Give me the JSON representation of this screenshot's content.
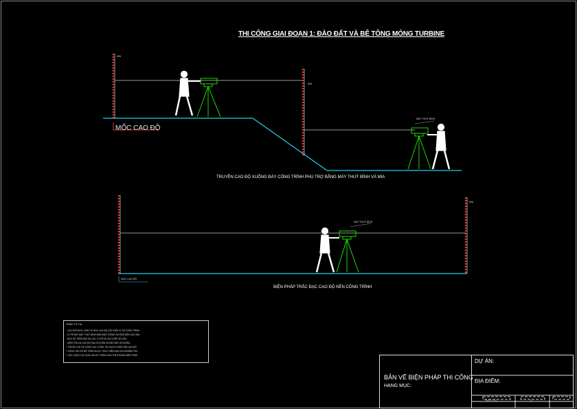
{
  "title": "THI CÔNG GIAI ĐOẠN 1: ĐÀO ĐẤT VÀ BÊ TÔNG MÓNG TURBINE",
  "caption_top": "TRUYỀN CAO ĐỘ XUỐNG ĐÁY CÔNG TRÌNH PHỤ TRỢ BẰNG MÁY THUỶ BÌNH VÀ MIA",
  "caption_bottom": "BIỆN PHÁP TRẮC ĐẠC CAO ĐỘ NỀN CÔNG TRÌNH",
  "benchmark_label": "MỐC CAO ĐỘ",
  "benchmark_small": "MỐC CAO ĐỘ",
  "instrument_label": "MÁY THUỶ BÌNH",
  "staff_label": "MIA",
  "notes": {
    "heading": "TRÌNH TỰ THI:",
    "lines": [
      "- CAO ĐỘ ĐƯỢC DẪN TỪ MỐC CAO ĐỘ GỐC ĐẾN VỊ TRÍ CÔNG TRÌNH",
      "- VỊ TRÍ ĐẶT MÁY THUỶ BÌNH ĐẢM BẢO THÔNG HƯỚNG ĐẾN CÁC MIA",
      "- ĐỌC SỐ TRÊN MIA TẠI CÁC VỊ TRÍ VÀ GHI CHÉP SỐ LIỆU",
      "- KIỂM TRA LẠI CAO ĐỘ SAU KHI DẪN XUỐNG ĐÁY HỐ MÓNG",
      "  + TRƯỚC KHI THI CÔNG CÁC CÔNG TÁC ĐƯỢC KIỂM TRA CAO ĐỘ",
      "  + CÔNG TÁC ĐỔ BÊ TÔNG ĐƯỢC THỰC HIỆN SAU KHI NGHIỆM THU",
      "  + CÁC CÔNG TÁC KHÁC ĐƯỢC TRIỂN KHAI THEO ĐÚNG BIỆN PHÁP"
    ]
  },
  "title_block": {
    "drawing_title": "BẢN VẼ BIỆN PHÁP THI CÔNG",
    "item_label": "HẠNG MỤC:",
    "project_label": "DỰ ÁN:",
    "location_label": "ĐỊA ĐIỂM:",
    "drawing_code": "BPTC-01",
    "sheet_no": "3"
  },
  "colors": {
    "ground": "#18d6e6",
    "sight_line": "#cccccc",
    "instrument": "#19e000",
    "staff": "#e23a3a",
    "figure": "#ffffff",
    "benchmark_box": "#e23a3a"
  }
}
